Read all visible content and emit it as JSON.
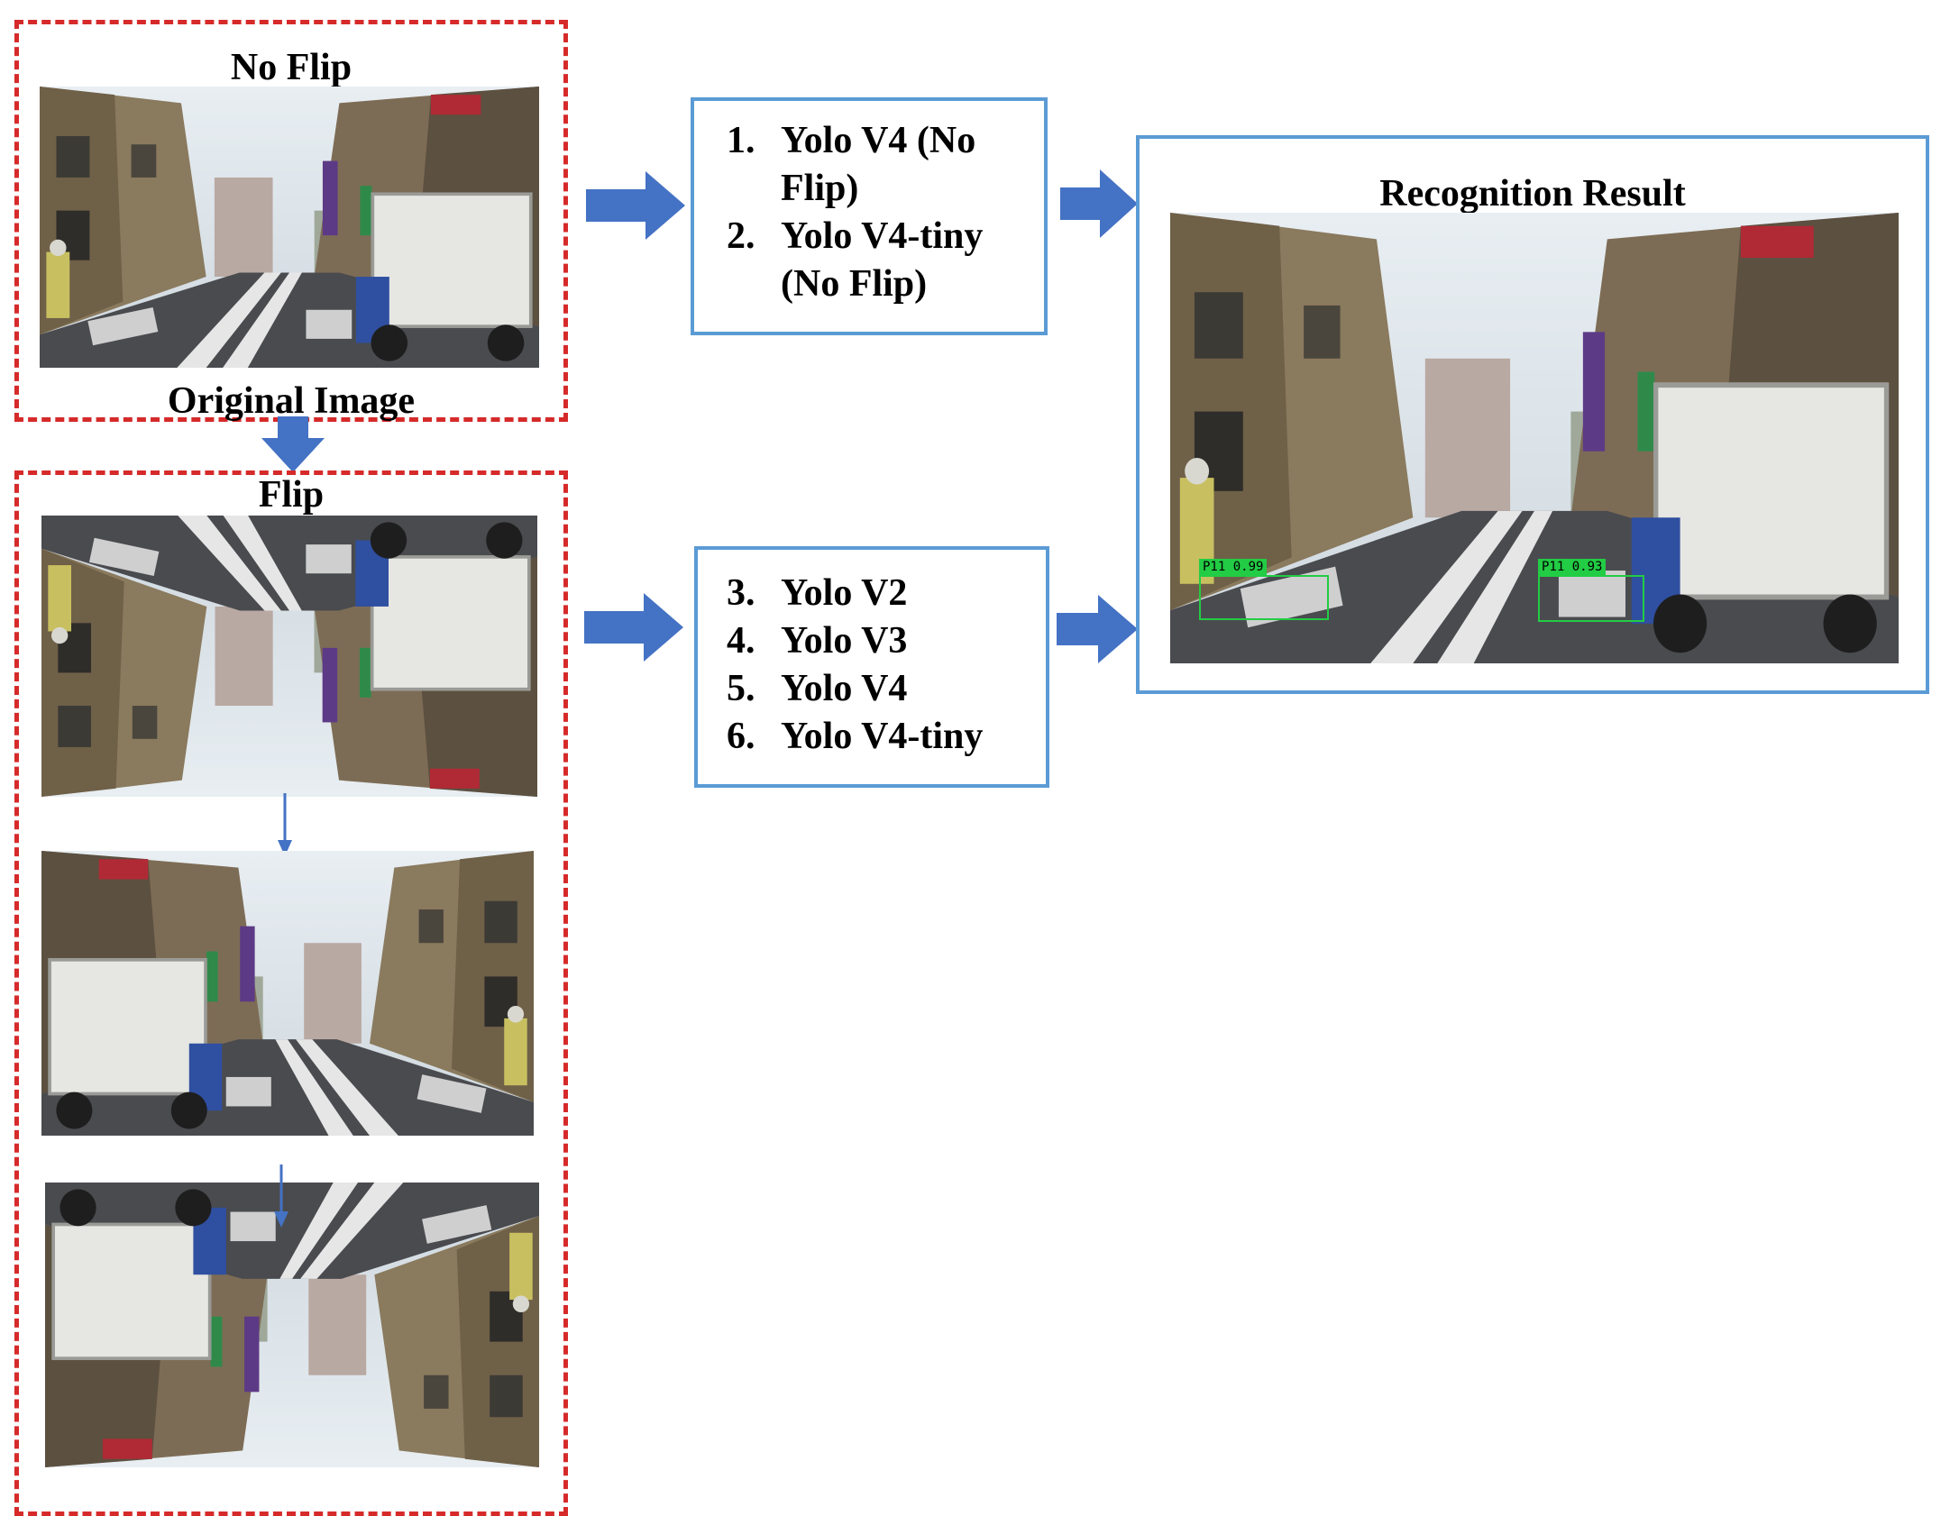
{
  "diagram": {
    "labels": {
      "no_flip": "No Flip",
      "original_image": "Original Image",
      "flip": "Flip",
      "recognition_result": "Recognition Result"
    },
    "models_no_flip": [
      {
        "num": "1.",
        "text": "Yolo V4 (No Flip)"
      },
      {
        "num": "2.",
        "text": "Yolo V4-tiny (No Flip)"
      }
    ],
    "models_flip": [
      {
        "num": "3.",
        "text": "Yolo V2"
      },
      {
        "num": "4.",
        "text": "Yolo V3"
      },
      {
        "num": "5.",
        "text": "Yolo V4"
      },
      {
        "num": "6.",
        "text": "Yolo V4-tiny"
      }
    ],
    "detections": [
      {
        "label": "P11 0.99"
      },
      {
        "label": "P11 0.93"
      }
    ],
    "colors": {
      "dashed_border": "#d62a2a",
      "box_border": "#5b9bd5",
      "arrow_fill": "#4472c4",
      "detection_box": "#22cc44"
    }
  }
}
